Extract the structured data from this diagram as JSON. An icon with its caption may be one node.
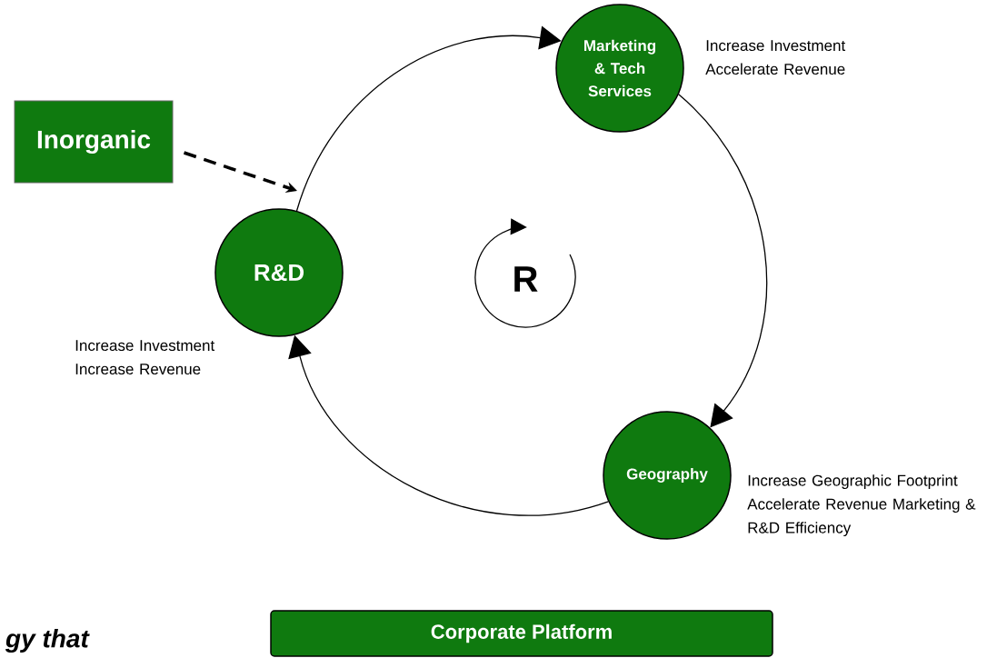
{
  "diagram": {
    "nodes": [
      {
        "text": [
          "Inorganic"
        ]
      },
      {
        "text": [
          "Marketing & Tech Services"
        ],
        "beside": [
          "Increase Investment Accelerate Revenue"
        ]
      },
      {
        "text": [
          "R&D"
        ],
        "beside": [
          "Increase Investment Increase Revenue"
        ]
      },
      {
        "text": [
          "Geography"
        ],
        "beside": [
          "Increase Geographic Footprint Accelerate Revenue Marketing & R&D Efficiency"
        ]
      },
      {
        "text": [
          "Corporate Platform"
        ]
      }
    ],
    "edges": [
      {
        "from": 2,
        "to": 1,
        "arrow": "to"
      },
      {
        "from": 1,
        "to": 3,
        "arrow": "to"
      },
      {
        "from": 3,
        "to": 2,
        "arrow": "to"
      },
      {
        "from": 0,
        "to": null,
        "arrow": "to",
        "style": "dashed"
      }
    ],
    "labels": [
      "R",
      "gy that"
    ]
  }
}
